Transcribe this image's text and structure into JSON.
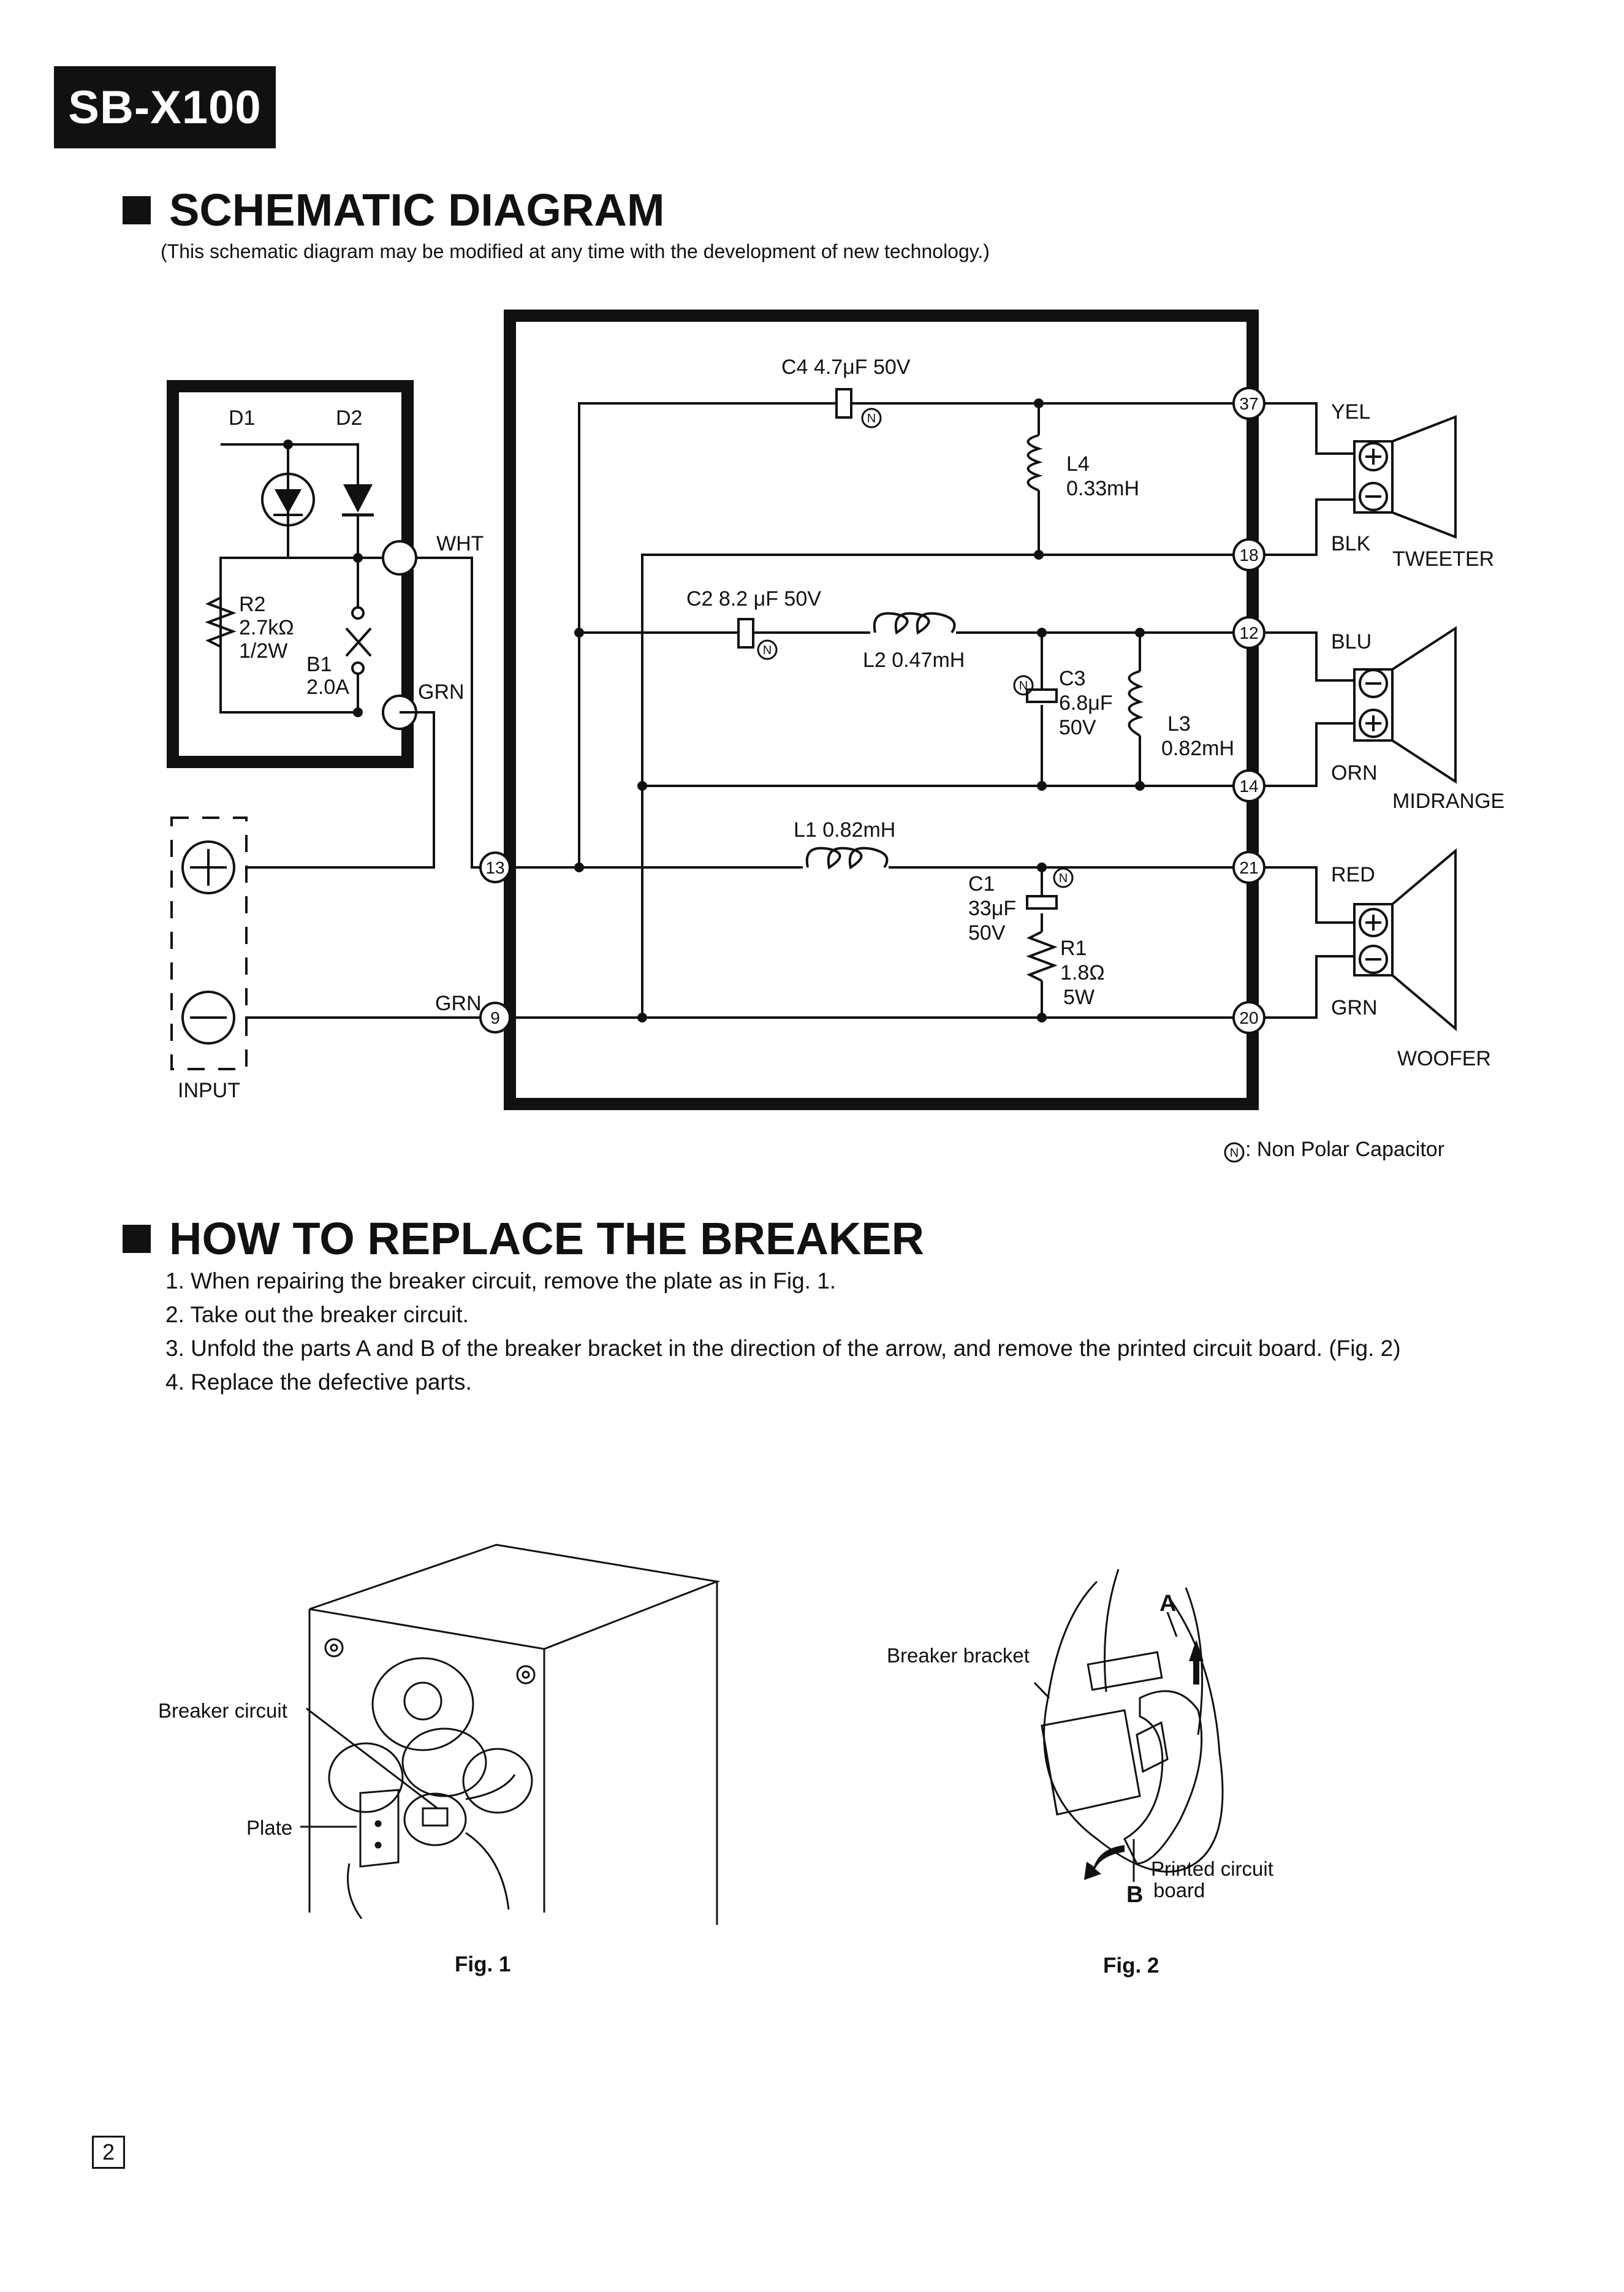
{
  "model": "SB-X100",
  "schematic": {
    "heading": "SCHEMATIC DIAGRAM",
    "note": "(This schematic diagram may be modified at any time with the development of new technology.)",
    "breaker_labels": {
      "d1": "D1",
      "d2": "D2",
      "r2_name": "R2",
      "r2_value": "2.7kΩ",
      "r2_power": "1/2W",
      "b1_name": "B1",
      "b1_value": "2.0A",
      "wht": "WHT",
      "grn": "GRN"
    },
    "input": {
      "label": "INPUT",
      "grn": "GRN"
    },
    "components": {
      "c4": "C4 4.7μF 50V",
      "l4_name": "L4",
      "l4_value": "0.33mH",
      "c2": "C2 8.2 μF 50V",
      "l2": "L2 0.47mH",
      "c3_name": "C3",
      "c3_value": "6.8μF",
      "c3_volt": "50V",
      "l3_name": "L3",
      "l3_value": "0.82mH",
      "l1": "L1 0.82mH",
      "c1_name": "C1",
      "c1_value": "33μF",
      "c1_volt": "50V",
      "r1_name": "R1",
      "r1_value": "1.8Ω",
      "r1_power": "5W"
    },
    "terminals": {
      "t37": "37",
      "t18": "18",
      "t12": "12",
      "t14": "14",
      "t21": "21",
      "t20": "20",
      "t13": "13",
      "t9": "9"
    },
    "np_mark": "N",
    "wires": {
      "yel": "YEL",
      "blk": "BLK",
      "blu": "BLU",
      "orn": "ORN",
      "red": "RED",
      "grn": "GRN"
    },
    "speakers": {
      "tweeter": "TWEETER",
      "midrange": "MIDRANGE",
      "woofer": "WOOFER"
    },
    "legend": ": Non Polar Capacitor"
  },
  "breaker": {
    "heading": "HOW TO REPLACE THE BREAKER",
    "steps": [
      "1. When repairing the breaker circuit, remove the plate as in Fig. 1.",
      "2. Take out the breaker circuit.",
      "3. Unfold the parts A and B of the breaker bracket in the direction of the arrow, and remove the printed circuit board. (Fig. 2)",
      "4. Replace the defective parts."
    ],
    "fig1": {
      "caption": "Fig. 1",
      "breaker_circuit": "Breaker circuit",
      "plate": "Plate"
    },
    "fig2": {
      "caption": "Fig. 2",
      "bracket": "Breaker bracket",
      "a": "A",
      "b": "B",
      "pcb_line1": "Printed circuit",
      "pcb_line2": "board"
    }
  },
  "page_number": "2"
}
